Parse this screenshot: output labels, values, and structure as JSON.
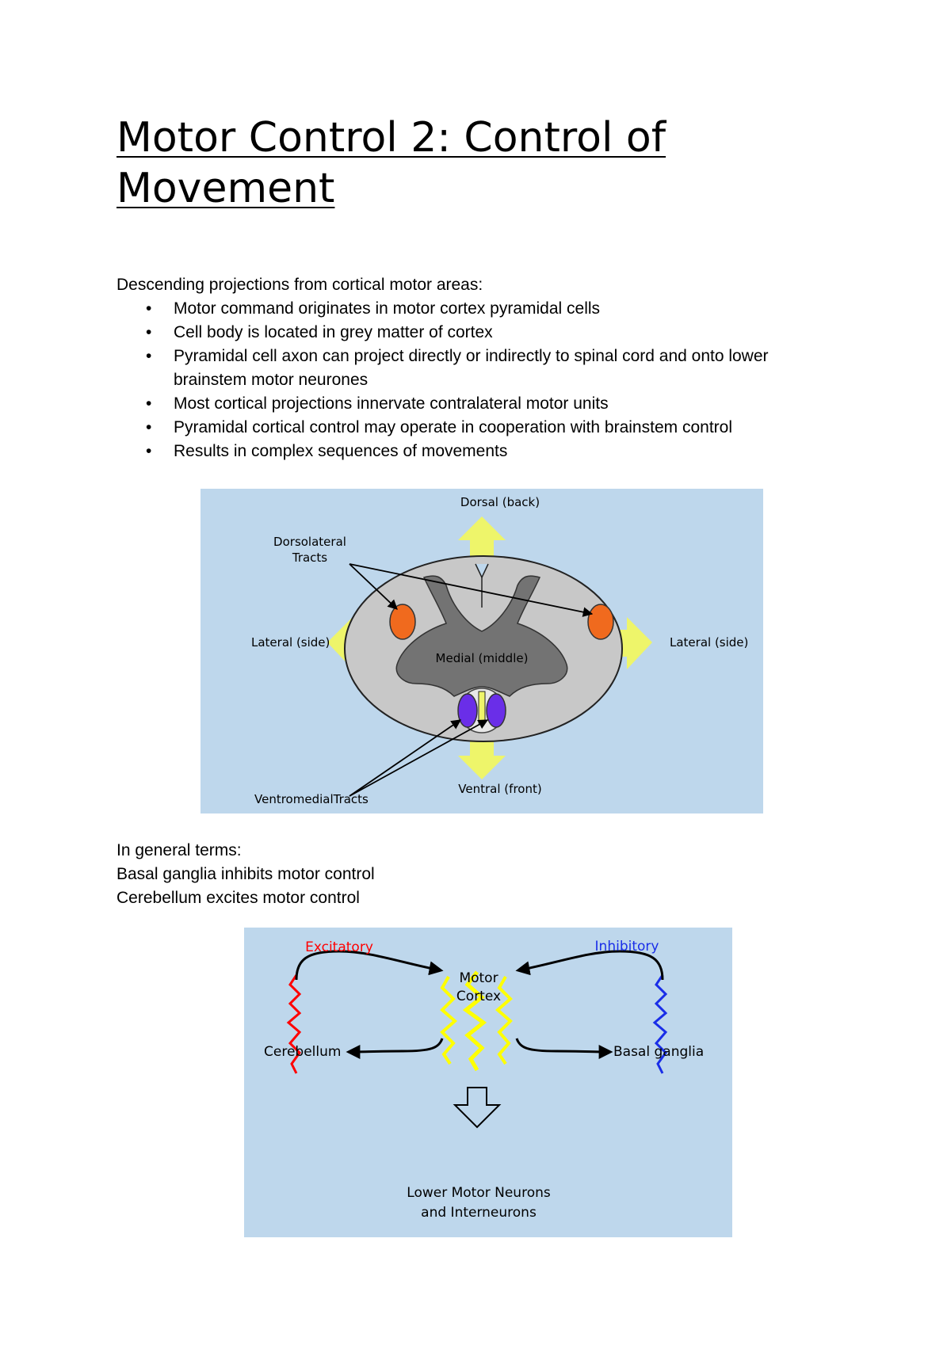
{
  "title": "Motor Control 2: Control of Movement",
  "intro": "Descending projections from cortical motor areas:",
  "bullets": [
    "Motor command originates in motor cortex pyramidal cells",
    "Cell body is located in grey matter of cortex",
    "Pyramidal cell axon can project directly or indirectly to spinal cord and onto lower brainstem motor neurones",
    "Most cortical projections innervate contralateral motor units",
    "Pyramidal cortical control may operate in cooperation with brainstem control",
    "Results in complex sequences of movements"
  ],
  "bullet_glyph": "•",
  "figure1": {
    "dorsal": "Dorsal (back)",
    "dorsolateral_line1": "Dorsolateral",
    "dorsolateral_line2": "Tracts",
    "lateral_left": "Lateral (side)",
    "lateral_right": "Lateral (side)",
    "medial": "Medial (middle)",
    "ventral": "Ventral (front)",
    "ventromedial": "VentromedialTracts",
    "colors": {
      "background": "#bed7ec",
      "arrow": "#eef56a",
      "tract_lateral": "#f06a1e",
      "tract_medial": "#6a2ee8"
    }
  },
  "general": {
    "line1": "In general terms:",
    "line2": "Basal ganglia inhibits motor control",
    "line3": "Cerebellum excites motor control"
  },
  "figure2": {
    "excitatory": "Excitatory",
    "inhibitory": "Inhibitory",
    "motor": "Motor",
    "cortex": "Cortex",
    "cerebellum": "Cerebellum",
    "basal_ganglia": "Basal ganglia",
    "lower_line1": "Lower Motor Neurons",
    "lower_line2": "and Interneurons",
    "colors": {
      "excitatory": "#ff0000",
      "inhibitory": "#1a2ee8",
      "cortex": "#ffff00"
    }
  }
}
